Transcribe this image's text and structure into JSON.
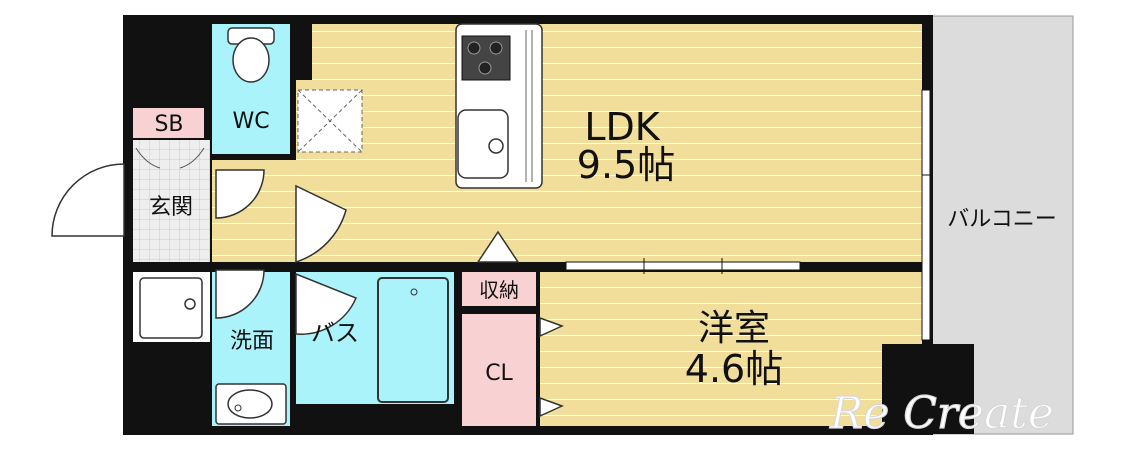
{
  "rooms": {
    "ldk_name": "LDK",
    "ldk_size": "9.5帖",
    "western_name": "洋室",
    "western_size": "4.6帖",
    "wc": "WC",
    "sb": "SB",
    "entrance": "玄関",
    "storage": "収納",
    "closet": "CL",
    "washroom": "洗面",
    "bath": "バス",
    "balcony": "バルコニー"
  },
  "watermark": "Re Create",
  "colors": {
    "wood": "#f1de9b",
    "wet": "#aaf3fb",
    "closet": "#f8d2d2",
    "balcony": "#dcdcdc",
    "tile": "#eeeeee",
    "wall": "#111111"
  }
}
